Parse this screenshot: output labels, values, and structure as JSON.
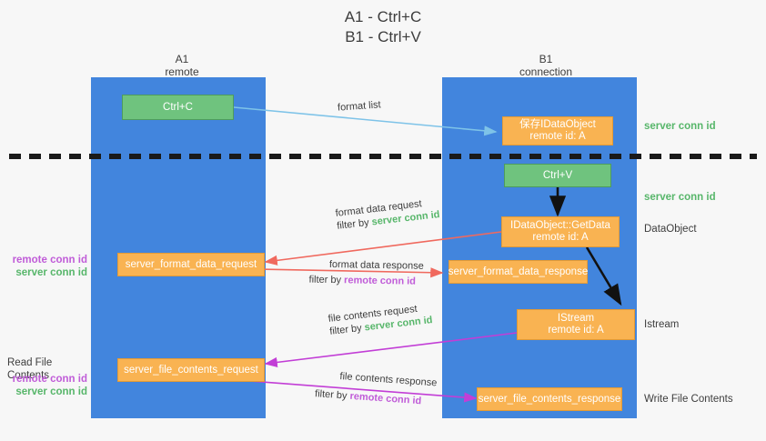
{
  "title": {
    "line1": "A1 - Ctrl+C",
    "line2": "B1 - Ctrl+V"
  },
  "columns": [
    {
      "name": "A1",
      "sub": "remote"
    },
    {
      "name": "B1",
      "sub": "connection"
    }
  ],
  "colors": {
    "lane": "#4285dd",
    "green_box": "#6fc37e",
    "orange_box": "#f9b352",
    "server_conn_id": "#57b66a",
    "remote_conn_id": "#c05cd8",
    "arrow_blue": "#7ec3e8",
    "arrow_red": "#f0695e",
    "arrow_magenta": "#c23ed6",
    "arrow_black": "#000000",
    "divider": "#1a1a1a"
  },
  "nodes": {
    "ctrl_c": "Ctrl+C",
    "ctrl_v": "Ctrl+V",
    "save_idataobject_l1": "保存IDataObject",
    "save_idataobject_l2": "remote id: A",
    "getdata_l1": "IDataObject::GetData",
    "getdata_l2": "remote id: A",
    "istream_l1": "IStream",
    "istream_l2": "remote id: A",
    "server_format_data_request": "server_format_data_request",
    "server_format_data_response": "server_format_data_response",
    "server_file_contents_request": "server_file_contents_request",
    "server_file_contents_response": "server_file_contents_response"
  },
  "edges": {
    "format_list": "format list",
    "format_data_request": "format data request",
    "format_data_response": "format data response",
    "file_contents_request": "file contents request",
    "file_contents_response": "file contents response",
    "filter_by": "filter by",
    "server_conn_id": "server conn id",
    "remote_conn_id": "remote conn id"
  },
  "annotations": {
    "server_conn_id_top": "server conn id",
    "server_conn_id_mid": "server conn id",
    "data_object": "DataObject",
    "istream": "Istream",
    "write_file_contents": "Write File Contents",
    "read_file_contents": "Read File Contents",
    "remote_conn_id": "remote conn id",
    "server_conn_id": "server conn id"
  }
}
